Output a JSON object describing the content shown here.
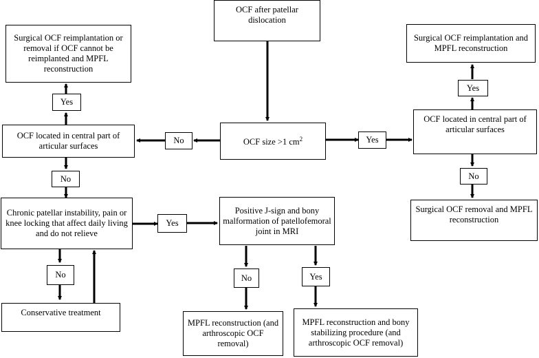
{
  "nodes": {
    "start": "OCF after patellar dislocation",
    "size_check": "OCF size >1 cm",
    "size_exponent": "2",
    "left_central": "OCF located in central part of articular surfaces",
    "left_reimplant": "Surgical OCF reimplantation or removal if OCF cannot be reimplanted and MPFL reconstruction",
    "right_central": "OCF located in central part of articular surfaces",
    "right_reimplant": "Surgical OCF reimplantation and MPFL reconstruction",
    "right_removal": "Surgical OCF removal and MPFL reconstruction",
    "chronic": "Chronic patellar instability, pain or knee locking that affect daily living and do not relieve",
    "conservative": "Conservative treatment",
    "jsign": "Positive J-sign and bony malformation of patellofemoral joint in MRI",
    "mpfl_only": "MPFL reconstruction (and arthroscopic OCF removal)",
    "mpfl_bony": "MPFL reconstruction and bony stabilizing procedure (and arthroscopic OCF removal)"
  },
  "labels": {
    "no_left": "No",
    "yes_right": "Yes",
    "yes_left_up": "Yes",
    "no_left_down": "No",
    "yes_right_up": "Yes",
    "no_right_down": "No",
    "yes_chronic": "Yes",
    "no_chronic": "No",
    "no_jsign": "No",
    "yes_jsign": "Yes"
  }
}
